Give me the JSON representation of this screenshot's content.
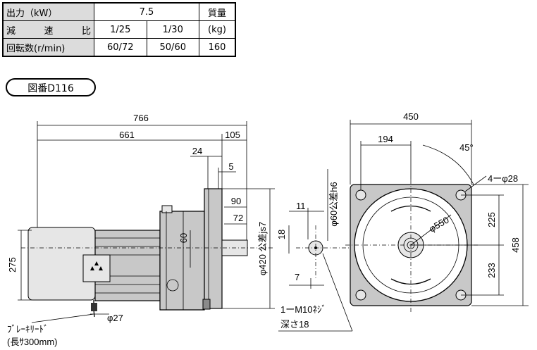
{
  "spec_table": {
    "output_label": "出力（kW）",
    "output_value": "7.5",
    "mass_label_1": "質量",
    "mass_label_2": "(kg)",
    "ratio_label": "減　速　比",
    "ratio_1": "1/25",
    "ratio_2": "1/30",
    "speed_label": "回転数(r/min)",
    "speed_1": "60/72",
    "speed_2": "50/60",
    "mass_value": "160"
  },
  "figure_label": "図番D116",
  "side_view": {
    "dim_overall": "766",
    "dim_motor": "661",
    "dim_gear": "105",
    "dim_24": "24",
    "dim_5": "5",
    "dim_90": "90",
    "dim_72": "72",
    "dim_60": "60",
    "dim_height": "275",
    "dim_flange": "φ420 公差js7",
    "dim_brake_dia": "φ27",
    "brake_lead_1": "ﾌﾞﾚｰｷﾘｰﾄﾞ",
    "brake_lead_2": "(長ｻ300mm)"
  },
  "shaft_detail": {
    "dim_11": "11",
    "dim_18": "18",
    "dim_7": "7",
    "dim_shaft": "φ60公差h6",
    "tap_1": "1ーM10ﾈｼﾞ",
    "tap_2": "深さ18"
  },
  "front_view": {
    "dim_width": "450",
    "dim_194": "194",
    "dim_angle": "45°",
    "dim_holes": "4ーφ28",
    "dim_pcd": "φ550",
    "dim_225": "225",
    "dim_233": "233",
    "dim_458": "458"
  }
}
